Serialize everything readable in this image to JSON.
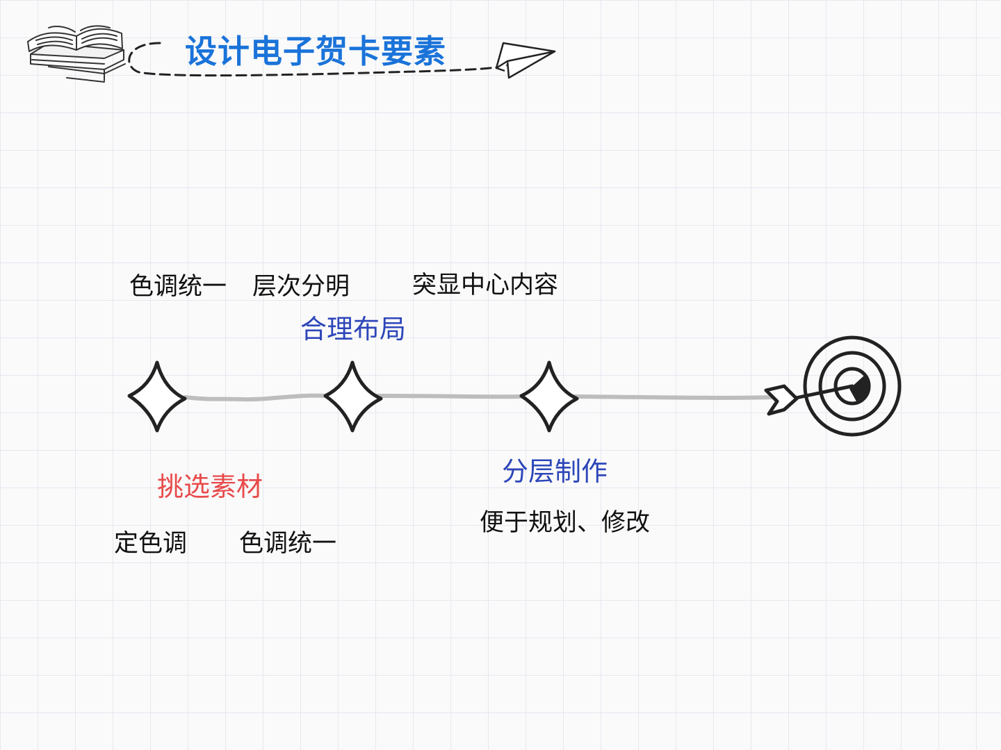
{
  "header": {
    "title": "设计电子贺卡要素",
    "book_icon": "books-icon",
    "plane_icon": "paper-plane-icon"
  },
  "timeline": {
    "steps": [
      {
        "name": "挑选素材",
        "color": "#e84a4a",
        "sub_labels": [
          "定色调",
          "色调统一"
        ]
      },
      {
        "name": "合理布局",
        "color": "#2d46b9",
        "sub_labels": [
          "色调统一",
          "层次分明",
          "突显中心内容"
        ]
      },
      {
        "name": "分层制作",
        "color": "#2d46b9",
        "sub_labels": [
          "便于规划、修改"
        ]
      }
    ],
    "goal_icon": "target-icon",
    "arrow_icon": "arrow-icon"
  }
}
